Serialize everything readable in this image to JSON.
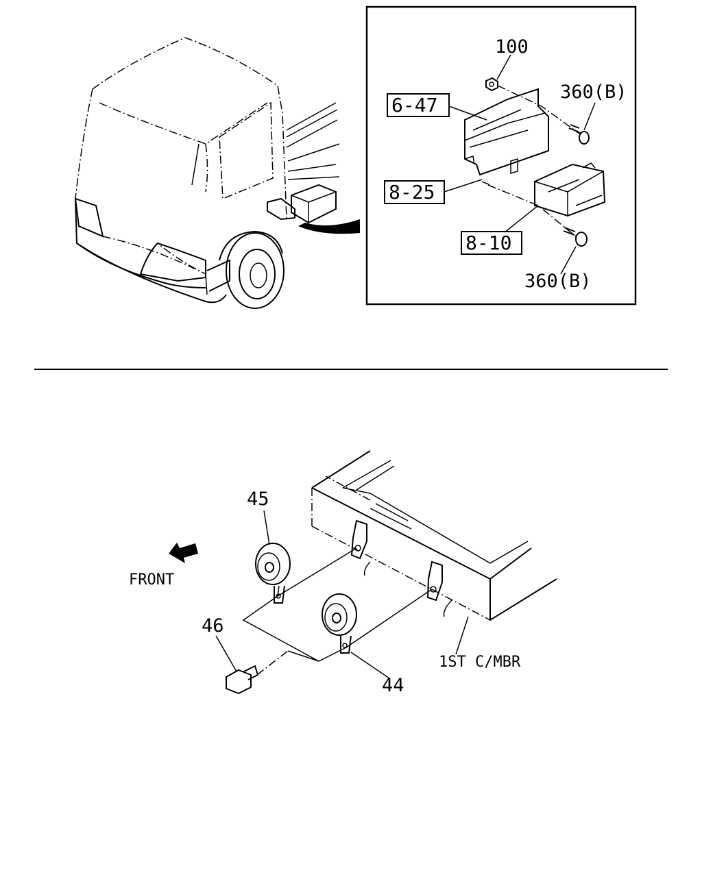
{
  "upper_view": {
    "callouts": {
      "p100": "100",
      "p360b_top": "360(B)",
      "p647": "6-47",
      "p825": "8-25",
      "p810": "8-10",
      "p360b_bottom": "360(B)"
    }
  },
  "lower_view": {
    "callouts": {
      "p45": "45",
      "p46": "46",
      "p44": "44",
      "front": "FRONT",
      "member": "1ST C/MBR"
    }
  }
}
